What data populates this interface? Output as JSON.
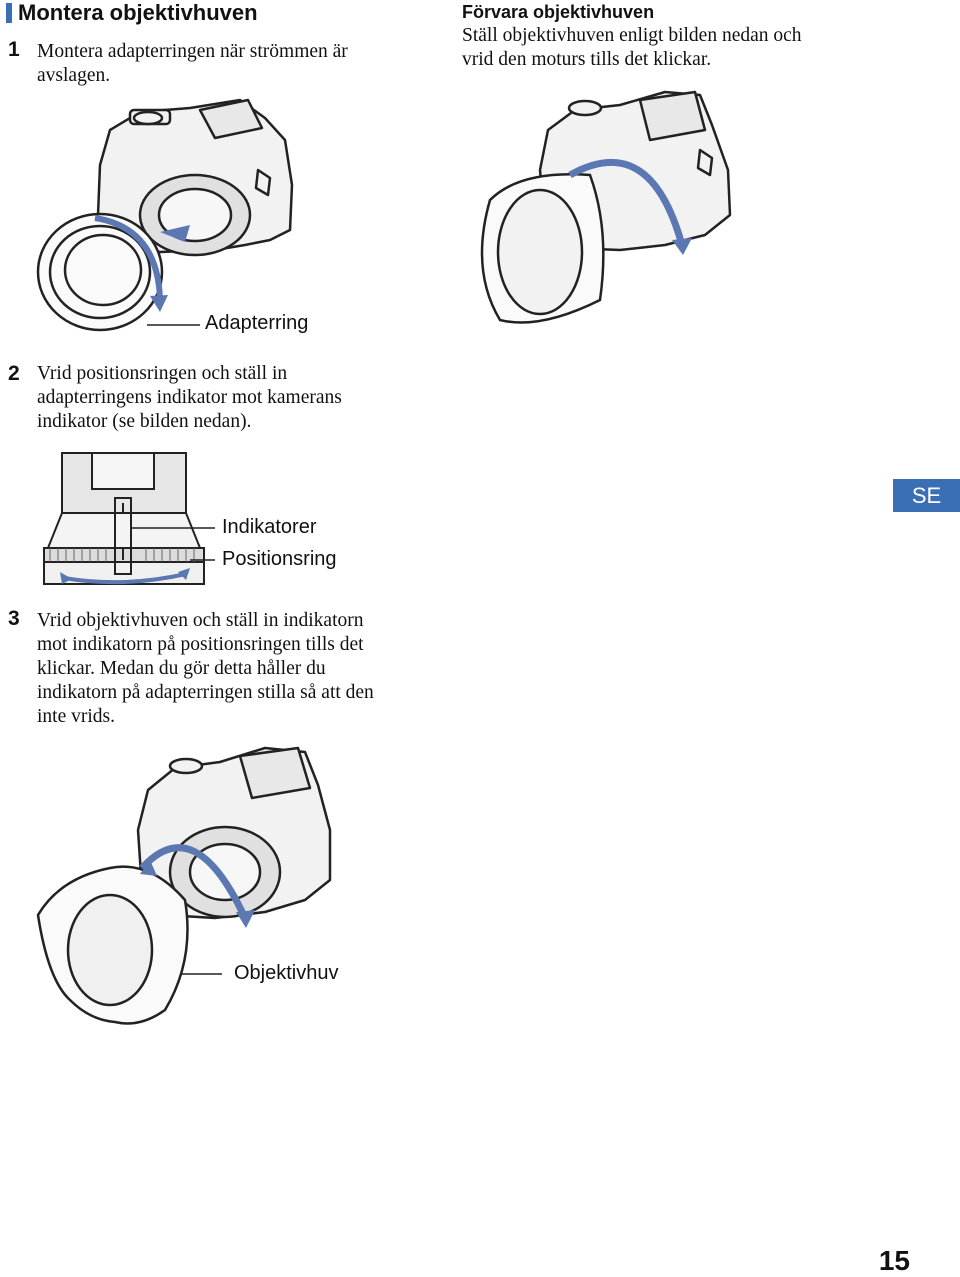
{
  "section": {
    "title": "Montera objektivhuven"
  },
  "steps": [
    {
      "number": "1",
      "text_lines": [
        "Montera adapterringen när strömmen är",
        "avslagen."
      ]
    },
    {
      "number": "2",
      "text_lines": [
        "Vrid positionsringen och ställ in",
        "adapterringens indikator mot kamerans",
        "indikator (se bilden nedan)."
      ]
    },
    {
      "number": "3",
      "text_lines": [
        "Vrid objektivhuven och ställ in indikatorn",
        "mot indikatorn på positionsringen tills det",
        "klickar. Medan du gör detta håller du",
        "indikatorn på adapterringen stilla så att den",
        "inte vrids."
      ]
    }
  ],
  "storage": {
    "heading": "Förvara objektivhuven",
    "text_lines": [
      "Ställ objektivhuven enligt bilden nedan och",
      "vrid den moturs tills det klickar."
    ]
  },
  "labels": {
    "adapter_ring": "Adapterring",
    "indicators": "Indikatorer",
    "position_ring": "Positionsring",
    "lens_hood": "Objektivhuv"
  },
  "language_tab": "SE",
  "page_number": "15",
  "colors": {
    "accent": "#3a6fb5",
    "arrow": "#5b78b3"
  }
}
